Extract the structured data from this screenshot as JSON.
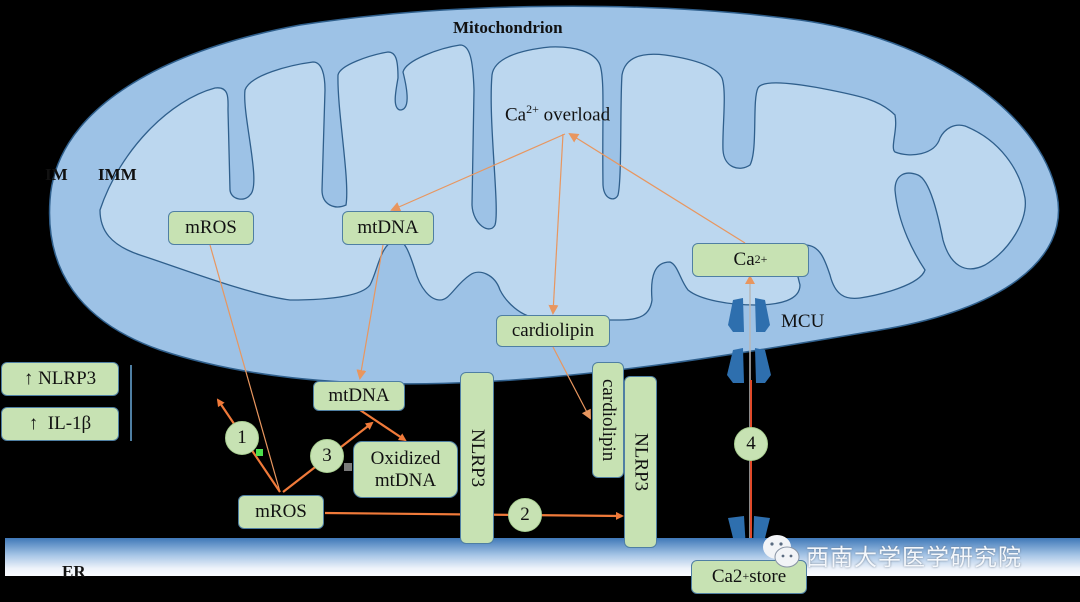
{
  "title": "Mitochondrion",
  "membrane_labels": {
    "outer": "IM",
    "inner": "IMM",
    "er": "ER"
  },
  "colors": {
    "background": "#000000",
    "outer_membrane": "#9dc2e6",
    "matrix": "#bcd7ef",
    "membrane_stroke": "#2f5f8c",
    "node_fill": "#c7e2b3",
    "arrow": "#f07a3a",
    "arrow_thin": "#e8965f",
    "channel": "#2e6fae"
  },
  "mito_nodes": {
    "ca_overload": {
      "text": "Ca",
      "sup": "2+",
      "suffix": " overload"
    },
    "mros": "mROS",
    "mtdna": "mtDNA",
    "ca2": {
      "text": "Ca",
      "sup": "2+"
    },
    "cardiolipin": "cardiolipin",
    "mcu": "MCU"
  },
  "cyto_nodes": {
    "mtdna": "mtDNA",
    "oxidized_mtdna": [
      "Oxidized",
      "mtDNA"
    ],
    "mros": "mROS",
    "nlrp3_left": "NLRP3",
    "cardiolipin": "cardiolipin",
    "nlrp3_right": "NLRP3",
    "ca_store": {
      "text": "Ca2",
      "sup": "+",
      "suffix": " store"
    }
  },
  "legend": [
    {
      "arrow": "↑",
      "text": "NLRP3"
    },
    {
      "arrow": "↑",
      "text": "IL-1β"
    }
  ],
  "steps": [
    "1",
    "2",
    "3",
    "4"
  ],
  "watermark": "西南大学医学研究院"
}
